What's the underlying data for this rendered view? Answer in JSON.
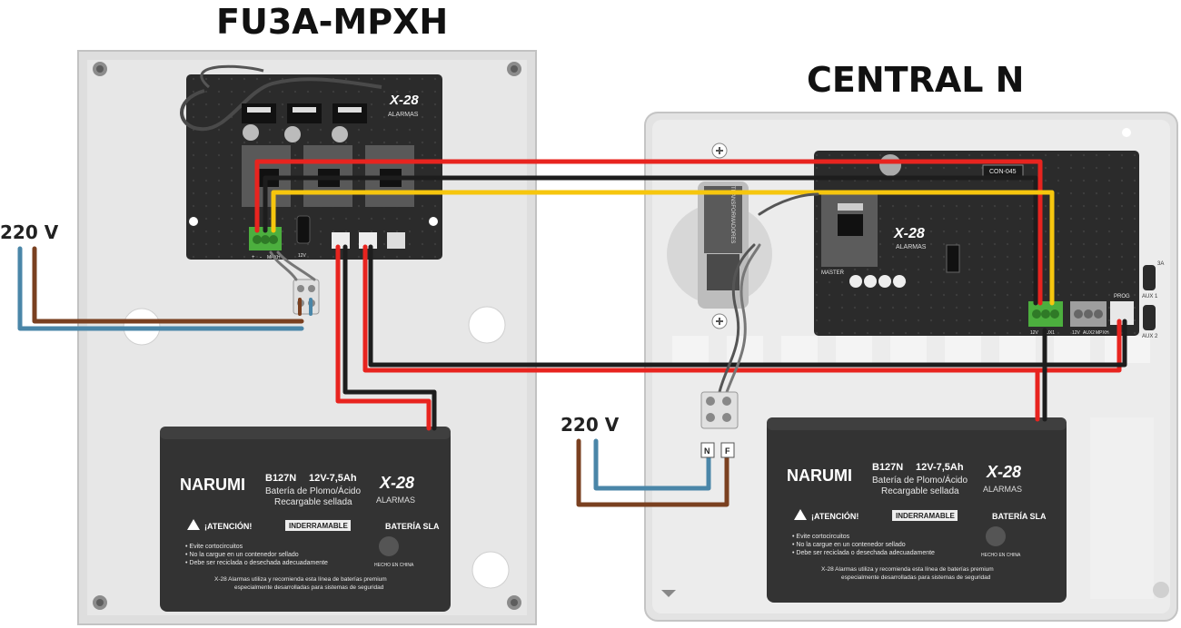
{
  "titles": {
    "left": "FU3A-MPXH",
    "right": "CENTRAL N"
  },
  "voltage_labels": {
    "left": "220 V",
    "right": "220 V"
  },
  "board_labels": {
    "brand": "X-28",
    "brand_sub": "ALARMAS",
    "left_terminal": "+",
    "left_terminal2": "-",
    "left_terminal3": "MPXH",
    "left_12v": "12V",
    "con_label": "CON-045",
    "master": "MASTER",
    "prog": "PROG",
    "aux1": "AUX 1",
    "aux2": "AUX 2",
    "fuse": "3A",
    "transformer": "TRANSFORMADORES",
    "term_12v": "12V",
    "term_aux1": "AUX1",
    "term_12v_b": "12V",
    "term_aux2": "AUX2",
    "term_mpxh": "MPXH",
    "phase": "F",
    "neutral": "N"
  },
  "battery": {
    "brand": "NARUMI",
    "model": "B127N",
    "rating": "12V-7,5Ah",
    "type_line1": "Batería de Plomo/Ácido",
    "type_line2": "Recargable sellada",
    "warning": "¡ATENCIÓN!",
    "non_flammable": "INDERRAMABLE",
    "sla": "BATERÍA SLA",
    "tip1": "• Evite cortocircuitos",
    "tip2": "• No la cargue en un contenedor sellado",
    "tip3": "• Debe ser reciclada o desechada adecuadamente",
    "made_in": "HECHO EN CHINA",
    "footer1": "X-28 Alarmas utiliza y recomienda esta línea de baterías premium",
    "footer2": "especialmente desarrolladas para sistemas de seguridad"
  },
  "colors": {
    "red_wire": "#e8241f",
    "black_wire": "#1d1d1d",
    "yellow_wire": "#f6c60e",
    "blue_wire": "#4a86a8",
    "brown_wire": "#7a4020",
    "board": "#2a2a2a",
    "enclosure": "#e5e5e5",
    "battery": "#333333",
    "terminal_green": "#4caf3e"
  }
}
